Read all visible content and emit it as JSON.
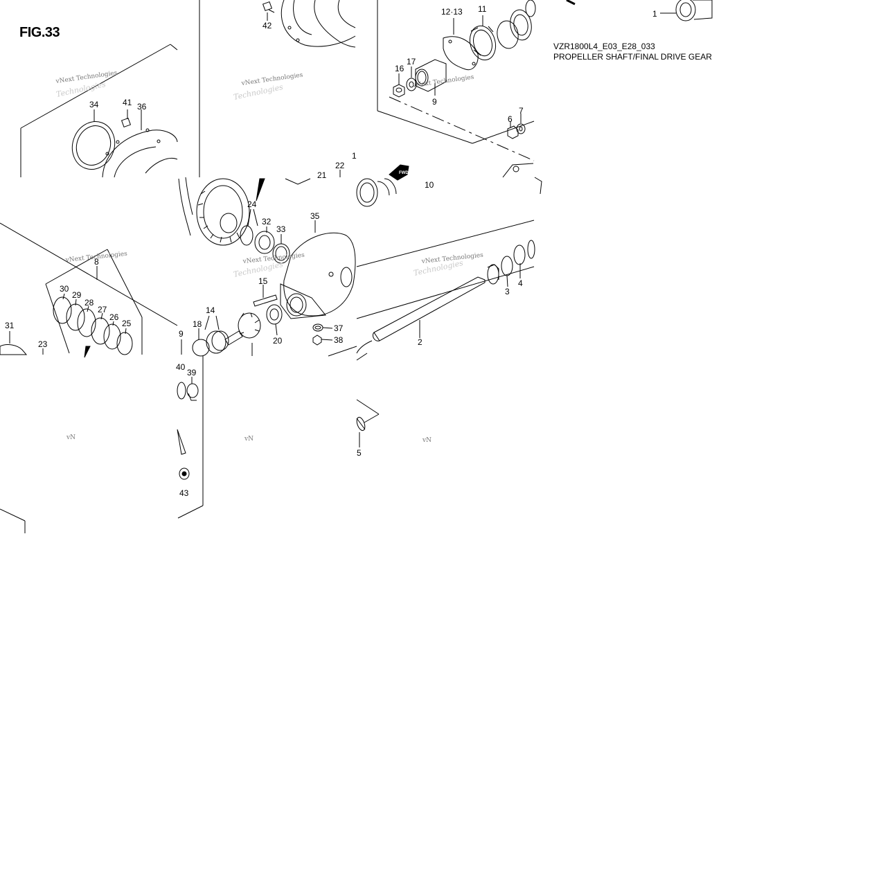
{
  "figure": {
    "title": "FIG.33",
    "model_code": "VZR1800L4_E03_E28_033",
    "name": "PROPELLER SHAFT/FINAL DRIVE GEAR"
  },
  "watermark": {
    "line1": "vNext Technologies",
    "line2": "Technologies",
    "fragment": "vN"
  },
  "fwd_label": "FWD",
  "callouts": [
    {
      "id": "c1a",
      "label": "1"
    },
    {
      "id": "c1b",
      "label": "1"
    },
    {
      "id": "c2",
      "label": "2"
    },
    {
      "id": "c3",
      "label": "3"
    },
    {
      "id": "c4",
      "label": "4"
    },
    {
      "id": "c5",
      "label": "5"
    },
    {
      "id": "c6",
      "label": "6"
    },
    {
      "id": "c7",
      "label": "7"
    },
    {
      "id": "c8",
      "label": "8"
    },
    {
      "id": "c9a",
      "label": "9"
    },
    {
      "id": "c9b",
      "label": "9"
    },
    {
      "id": "c10",
      "label": "10"
    },
    {
      "id": "c11",
      "label": "11"
    },
    {
      "id": "c1213",
      "label": "12·13"
    },
    {
      "id": "c14",
      "label": "14"
    },
    {
      "id": "c15",
      "label": "15"
    },
    {
      "id": "c16",
      "label": "16"
    },
    {
      "id": "c17",
      "label": "17"
    },
    {
      "id": "c18",
      "label": "18"
    },
    {
      "id": "c20",
      "label": "20"
    },
    {
      "id": "c21",
      "label": "21"
    },
    {
      "id": "c22",
      "label": "22"
    },
    {
      "id": "c23",
      "label": "23"
    },
    {
      "id": "c24",
      "label": "24"
    },
    {
      "id": "c25",
      "label": "25"
    },
    {
      "id": "c26",
      "label": "26"
    },
    {
      "id": "c27",
      "label": "27"
    },
    {
      "id": "c28",
      "label": "28"
    },
    {
      "id": "c29",
      "label": "29"
    },
    {
      "id": "c30",
      "label": "30"
    },
    {
      "id": "c31",
      "label": "31"
    },
    {
      "id": "c32",
      "label": "32"
    },
    {
      "id": "c33",
      "label": "33"
    },
    {
      "id": "c34",
      "label": "34"
    },
    {
      "id": "c35",
      "label": "35"
    },
    {
      "id": "c36",
      "label": "36"
    },
    {
      "id": "c37",
      "label": "37"
    },
    {
      "id": "c38",
      "label": "38"
    },
    {
      "id": "c39",
      "label": "39"
    },
    {
      "id": "c40",
      "label": "40"
    },
    {
      "id": "c41",
      "label": "41"
    },
    {
      "id": "c42",
      "label": "42"
    },
    {
      "id": "c43",
      "label": "43"
    }
  ]
}
